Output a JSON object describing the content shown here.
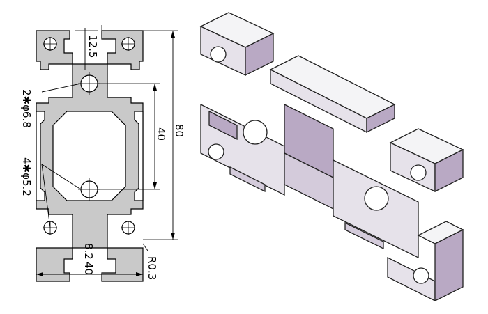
{
  "dimensions": {
    "slot_offset": "12.5",
    "hole_large": "2✱φ6.8",
    "hole_small": "4✱φ5.2",
    "height_inner": "40",
    "height_total": "80",
    "slot_width": "8.2",
    "width": "40",
    "radius": "R0.3"
  }
}
